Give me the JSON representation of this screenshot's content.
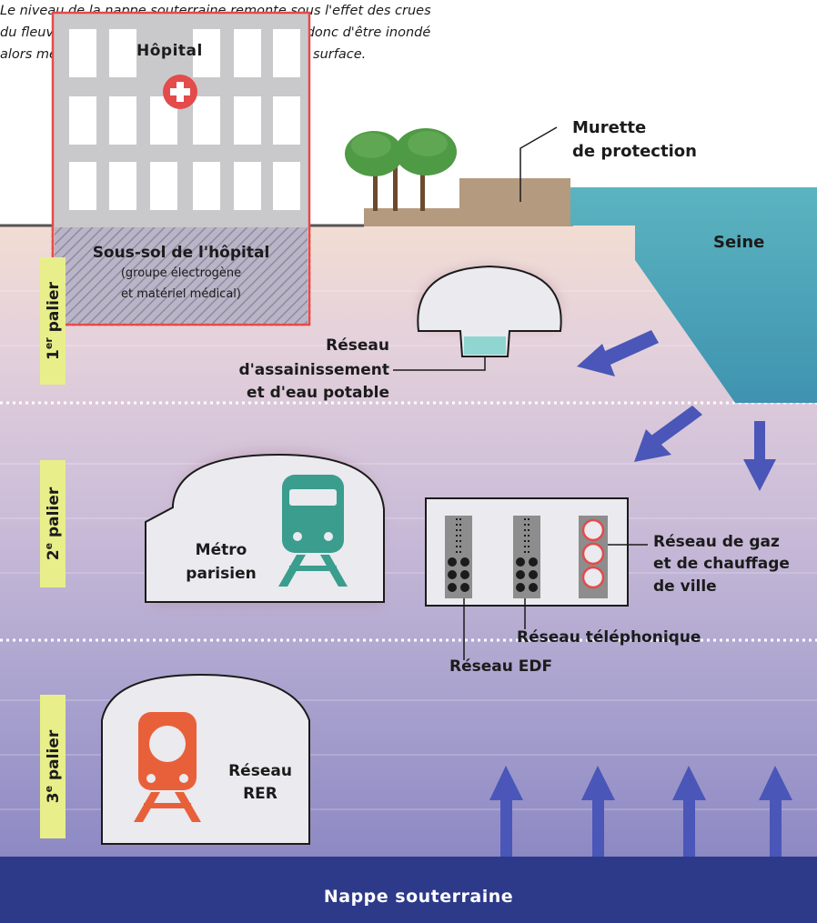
{
  "intro_lines": [
    "Le niveau de la nappe souterraine remonte sous l'effet des crues",
    "du fleuve. L'ensemble des installations risque donc d'être inondé",
    "alors même qu'il n'y a pas de débordement en surface."
  ],
  "hospital": {
    "title": "Hôpital",
    "basement_title": "Sous-sol de l'hôpital",
    "basement_line1": "(groupe électrogène",
    "basement_line2": "et matériel médical)"
  },
  "murette": {
    "line1": "Murette",
    "line2": "de protection"
  },
  "river": "Seine",
  "tiers": {
    "first": {
      "num": "1",
      "sup": "er",
      "word": "palier"
    },
    "second": {
      "num": "2",
      "sup": "e",
      "word": "palier"
    },
    "third": {
      "num": "3",
      "sup": "e",
      "word": "palier"
    }
  },
  "sewer": {
    "line1": "Réseau",
    "line2": "d'assainissement",
    "line3": "et d'eau potable"
  },
  "metro": {
    "line1": "Métro",
    "line2": "parisien"
  },
  "gas": {
    "line1": "Réseau de gaz",
    "line2": "et de chauffage",
    "line3": "de ville"
  },
  "phone": "Réseau téléphonique",
  "edf": "Réseau EDF",
  "rer": {
    "line1": "Réseau",
    "line2": "RER"
  },
  "groundwater": "Nappe souterraine",
  "colors": {
    "sky": "#ffffff",
    "surface_soil": "#f3dcd2",
    "tier1": "#dccbd9",
    "tier2": "#c6b7d6",
    "tier3": "#9d96c8",
    "groundwater": "#2d3a8a",
    "river": "#4aa6b6",
    "arrow": "#4a56b8",
    "metro_icon": "#3a9d8e",
    "rer_icon": "#e8603a",
    "hospital_outline": "#e44b4b",
    "tier_tab": "#e8ef8a"
  }
}
